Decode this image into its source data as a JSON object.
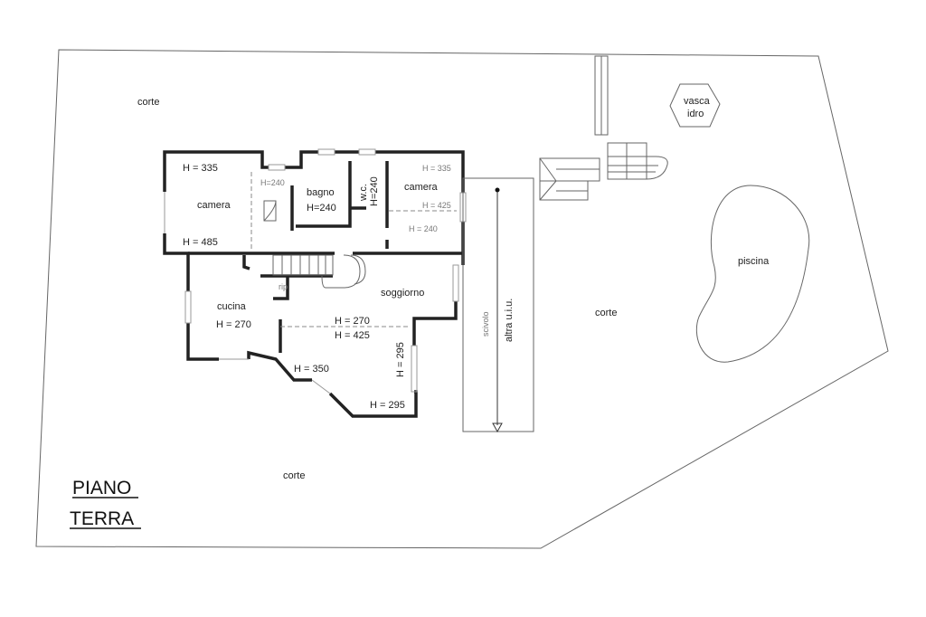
{
  "title": {
    "line1": "PIANO",
    "line2": "TERRA"
  },
  "rooms": {
    "camera_left": {
      "name": "camera",
      "h_top": "H = 335",
      "h_bottom": "H = 485"
    },
    "stair_h": "H=240",
    "bagno": {
      "name": "bagno",
      "h": "H=240"
    },
    "wc": {
      "name": "w.c.",
      "h": "H=240"
    },
    "camera_right": {
      "name": "camera",
      "h1": "H = 335",
      "h2": "H = 425",
      "h3": "H = 240"
    },
    "rip": "rip",
    "cucina": {
      "name": "cucina",
      "h": "H = 270"
    },
    "soggiorno": {
      "name": "soggiorno",
      "h1": "H = 270",
      "h2": "H = 425",
      "h3": "H = 295",
      "h4": "H = 350",
      "h5": "H = 295"
    }
  },
  "outside": {
    "corte_top": "corte",
    "corte_right": "corte",
    "corte_bottom": "corte",
    "scivolo": "scivolo",
    "altra": "altra u.i.u.",
    "vasca": {
      "line1": "vasca",
      "line2": "idro"
    },
    "piscina": "piscina"
  }
}
